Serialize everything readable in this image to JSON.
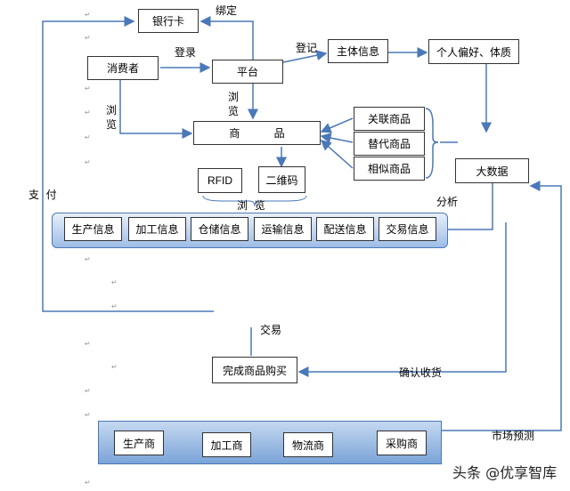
{
  "nodes": {
    "bank_card": "银行卡",
    "consumer": "消费者",
    "platform": "平台",
    "subject_info": "主体信息",
    "preferences": "个人偏好、体质",
    "goods": "商          品",
    "related_goods": "关联商品",
    "substitute_goods": "替代商品",
    "similar_goods": "相似商品",
    "big_data": "大数据",
    "rfid": "RFID",
    "qr_code": "二维码",
    "complete_purchase": "完成商品购买",
    "producer": "生产商",
    "processor": "加工商",
    "logistics": "物流商",
    "purchaser": "采购商"
  },
  "info_band": [
    "生产信息",
    "加工信息",
    "仓储信息",
    "运输信息",
    "配送信息",
    "交易信息"
  ],
  "edge_labels": {
    "bind": "绑定",
    "login": "登录",
    "register": "登记",
    "browse_left": "浏\n览",
    "browse_mid": "浏\n览",
    "browse_bottom": "浏  览",
    "pay": "支  付",
    "analysis": "分析",
    "trade": "交易",
    "confirm_receipt": "确认收货",
    "market_forecast": "市场预测"
  },
  "watermark": "头条 @优享智库",
  "colors": {
    "arrow": "#4a78b8",
    "band_border": "#4a78b8"
  }
}
